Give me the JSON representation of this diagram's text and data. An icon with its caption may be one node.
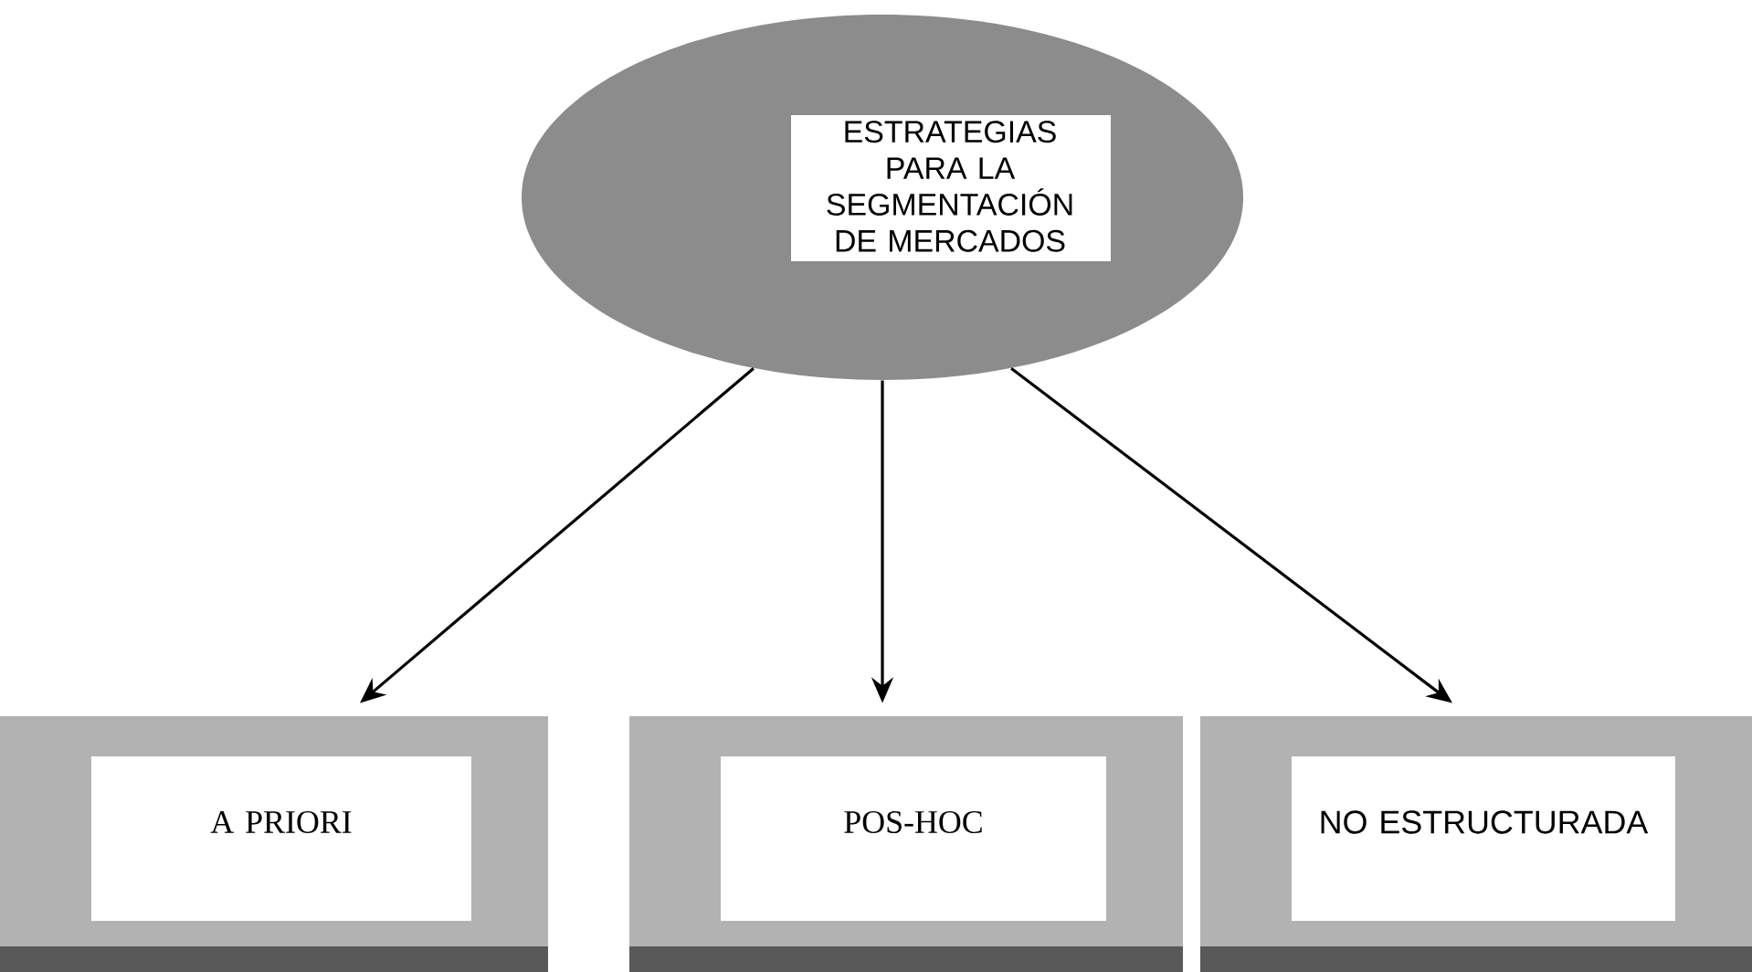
{
  "diagram": {
    "nodes": [
      {
        "text": [
          "ESTRATEGIAS PARA LA SEGMENTACIÓN DE MERCADOS"
        ]
      },
      {
        "text": [
          "A PRIORI"
        ]
      },
      {
        "text": [
          "POS-HOC"
        ]
      },
      {
        "text": [
          "NO ESTRUCTURADA"
        ]
      }
    ],
    "edges": [
      {
        "from": 0,
        "to": 1,
        "arrow": "to"
      },
      {
        "from": 0,
        "to": 2,
        "arrow": "to"
      },
      {
        "from": 0,
        "to": 3,
        "arrow": "to"
      }
    ]
  }
}
